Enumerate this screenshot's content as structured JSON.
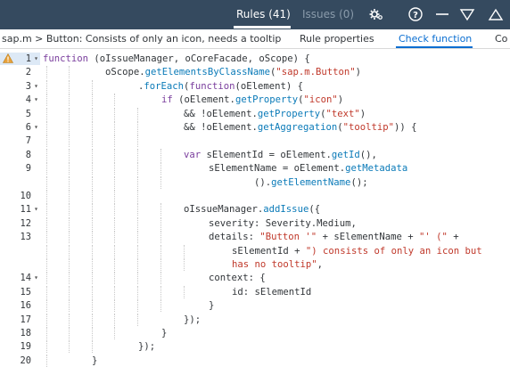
{
  "topbar": {
    "tab_rules": "Rules (41)",
    "tab_issues": "Issues (0)",
    "icons": [
      "settings-icon",
      "help-icon",
      "minimize-icon",
      "collapse-icon",
      "expand-icon"
    ]
  },
  "subbar": {
    "breadcrumb": "sap.m > Button: Consists of only an icon, needs a tooltip",
    "tab_rule_properties": "Rule properties",
    "tab_check_function": "Check function",
    "tab_cut": "Co"
  },
  "editor": {
    "colors": {
      "keyword": "#7a3e9d",
      "function": "#0a7ab8",
      "string": "#c0392b",
      "text": "#32363a"
    },
    "lines": [
      {
        "n": "1",
        "fold": true,
        "warn": true,
        "active": true,
        "guides": 0,
        "indent": 0,
        "tokens": [
          [
            "kw",
            "function"
          ],
          [
            "p",
            " (oIssueManager, oCoreFacade, oScope) {"
          ]
        ]
      },
      {
        "n": "2",
        "fold": false,
        "guides": 2,
        "indent": 70,
        "tokens": [
          [
            "p",
            "oScope."
          ],
          [
            "fn",
            "getElementsByClassName"
          ],
          [
            "p",
            "("
          ],
          [
            "str",
            "\"sap.m.Button\""
          ],
          [
            "p",
            ")"
          ]
        ]
      },
      {
        "n": "3",
        "fold": true,
        "guides": 3,
        "indent": 107,
        "tokens": [
          [
            "p",
            "."
          ],
          [
            "fn",
            "forEach"
          ],
          [
            "p",
            "("
          ],
          [
            "kw",
            "function"
          ],
          [
            "p",
            "(oElement) {"
          ]
        ]
      },
      {
        "n": "4",
        "fold": true,
        "guides": 4,
        "indent": 133,
        "tokens": [
          [
            "kw",
            "if"
          ],
          [
            "p",
            " (oElement."
          ],
          [
            "fn",
            "getProperty"
          ],
          [
            "p",
            "("
          ],
          [
            "str",
            "\"icon\""
          ],
          [
            "p",
            ")"
          ]
        ]
      },
      {
        "n": "5",
        "fold": false,
        "guides": 5,
        "indent": 158,
        "tokens": [
          [
            "p",
            "&& !oElement."
          ],
          [
            "fn",
            "getProperty"
          ],
          [
            "p",
            "("
          ],
          [
            "str",
            "\"text\""
          ],
          [
            "p",
            ")"
          ]
        ]
      },
      {
        "n": "6",
        "fold": true,
        "guides": 5,
        "indent": 158,
        "tokens": [
          [
            "p",
            "&& !oElement."
          ],
          [
            "fn",
            "getAggregation"
          ],
          [
            "p",
            "("
          ],
          [
            "str",
            "\"tooltip\""
          ],
          [
            "p",
            ")) {"
          ]
        ]
      },
      {
        "n": "7",
        "fold": false,
        "guides": 5,
        "indent": 0,
        "tokens": []
      },
      {
        "n": "8",
        "fold": false,
        "guides": 6,
        "indent": 158,
        "tokens": [
          [
            "kw",
            "var"
          ],
          [
            "p",
            " sElementId = oElement."
          ],
          [
            "fn",
            "getId"
          ],
          [
            "p",
            "(),"
          ]
        ]
      },
      {
        "n": "9",
        "fold": false,
        "guides": 6,
        "indent": 186,
        "tokens": [
          [
            "p",
            "sElementName = oElement."
          ],
          [
            "fn",
            "getMetadata"
          ]
        ]
      },
      {
        "n": "",
        "fold": false,
        "guides": 6,
        "indent": 237,
        "tokens": [
          [
            "p",
            "()."
          ],
          [
            "fn",
            "getElementName"
          ],
          [
            "p",
            "();"
          ]
        ]
      },
      {
        "n": "10",
        "fold": false,
        "guides": 5,
        "indent": 0,
        "tokens": []
      },
      {
        "n": "11",
        "fold": true,
        "guides": 6,
        "indent": 158,
        "tokens": [
          [
            "p",
            "oIssueManager."
          ],
          [
            "fn",
            "addIssue"
          ],
          [
            "p",
            "({"
          ]
        ]
      },
      {
        "n": "12",
        "fold": false,
        "guides": 6,
        "indent": 186,
        "tokens": [
          [
            "p",
            "severity: Severity.Medium,"
          ]
        ]
      },
      {
        "n": "13",
        "fold": false,
        "guides": 6,
        "indent": 186,
        "tokens": [
          [
            "p",
            "details: "
          ],
          [
            "str",
            "\"Button '\""
          ],
          [
            "p",
            " + sElementName + "
          ],
          [
            "str",
            "\"' (\""
          ],
          [
            "p",
            " +"
          ]
        ]
      },
      {
        "n": "",
        "fold": false,
        "guides": 7,
        "indent": 212,
        "tokens": [
          [
            "p",
            "sElementId + "
          ],
          [
            "str",
            "\") consists of only an icon but"
          ]
        ]
      },
      {
        "n": "",
        "fold": false,
        "guides": 7,
        "indent": 212,
        "tokens": [
          [
            "str",
            "has no tooltip\""
          ],
          [
            "p",
            ","
          ]
        ]
      },
      {
        "n": "14",
        "fold": true,
        "guides": 6,
        "indent": 186,
        "tokens": [
          [
            "p",
            "context: {"
          ]
        ]
      },
      {
        "n": "15",
        "fold": false,
        "guides": 7,
        "indent": 212,
        "tokens": [
          [
            "p",
            "id: sElementId"
          ]
        ]
      },
      {
        "n": "16",
        "fold": false,
        "guides": 6,
        "indent": 186,
        "tokens": [
          [
            "p",
            "}"
          ]
        ]
      },
      {
        "n": "17",
        "fold": false,
        "guides": 5,
        "indent": 158,
        "tokens": [
          [
            "p",
            "});"
          ]
        ]
      },
      {
        "n": "18",
        "fold": false,
        "guides": 4,
        "indent": 133,
        "tokens": [
          [
            "p",
            "}"
          ]
        ]
      },
      {
        "n": "19",
        "fold": false,
        "guides": 3,
        "indent": 107,
        "tokens": [
          [
            "p",
            "});"
          ]
        ]
      },
      {
        "n": "20",
        "fold": false,
        "guides": 1,
        "indent": 55,
        "tokens": [
          [
            "p",
            "}"
          ]
        ]
      }
    ]
  }
}
